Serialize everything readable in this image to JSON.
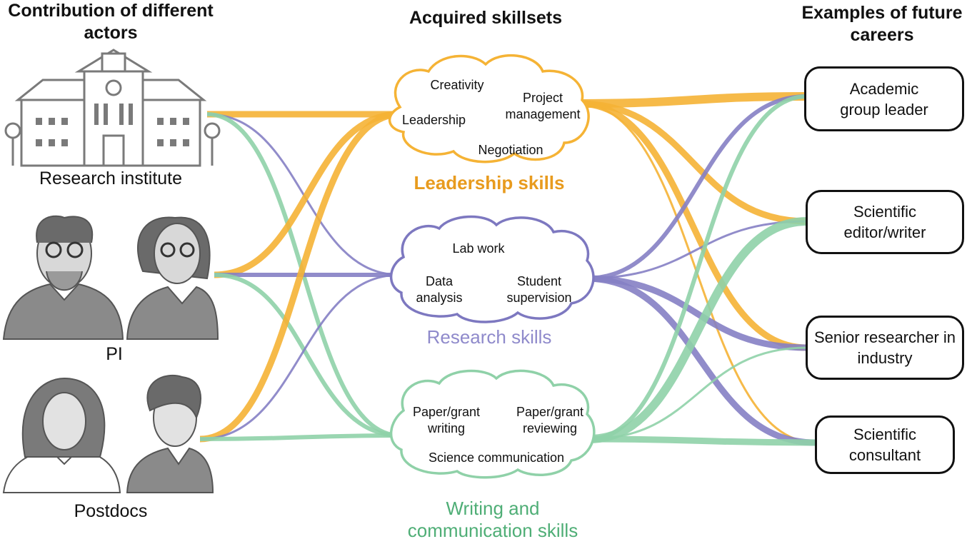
{
  "headers": {
    "actors": "Contribution of different actors",
    "skills": "Acquired skillsets",
    "careers": "Examples of future careers"
  },
  "actors": [
    {
      "id": "institute",
      "label": "Research institute"
    },
    {
      "id": "pi",
      "label": "PI"
    },
    {
      "id": "postdocs",
      "label": "Postdocs"
    }
  ],
  "skills": [
    {
      "id": "leadership",
      "title": "Leadership skills",
      "color": "#F5B335",
      "text_color": "#E89B1E",
      "items": [
        "Creativity",
        "Project management",
        "Leadership",
        "Negotiation"
      ]
    },
    {
      "id": "research",
      "title": "Research skills",
      "color": "#8580C4",
      "text_color": "#8F8ACB",
      "items": [
        "Lab work",
        "Data analysis",
        "Student supervision"
      ]
    },
    {
      "id": "writing",
      "title": "Writing and communication skills",
      "color": "#8FD1A8",
      "text_color": "#4FAE76",
      "items": [
        "Paper/grant writing",
        "Paper/grant reviewing",
        "Science communication"
      ]
    }
  ],
  "careers": [
    {
      "id": "academic",
      "label": "Academic group leader"
    },
    {
      "id": "editor",
      "label": "Scientific editor/writer"
    },
    {
      "id": "senior",
      "label": "Senior researcher in industry"
    },
    {
      "id": "consultant",
      "label": "Scientific consultant"
    }
  ],
  "links_in": [
    {
      "from": "institute",
      "to": "leadership",
      "weight": 3
    },
    {
      "from": "institute",
      "to": "research",
      "weight": 1
    },
    {
      "from": "institute",
      "to": "writing",
      "weight": 2
    },
    {
      "from": "pi",
      "to": "leadership",
      "weight": 3
    },
    {
      "from": "pi",
      "to": "research",
      "weight": 2
    },
    {
      "from": "pi",
      "to": "writing",
      "weight": 2
    },
    {
      "from": "postdocs",
      "to": "leadership",
      "weight": 3
    },
    {
      "from": "postdocs",
      "to": "research",
      "weight": 1
    },
    {
      "from": "postdocs",
      "to": "writing",
      "weight": 2
    }
  ],
  "links_out": [
    {
      "from": "leadership",
      "to": "academic",
      "weight": 4
    },
    {
      "from": "leadership",
      "to": "editor",
      "weight": 3
    },
    {
      "from": "leadership",
      "to": "senior",
      "weight": 3
    },
    {
      "from": "leadership",
      "to": "consultant",
      "weight": 1
    },
    {
      "from": "research",
      "to": "academic",
      "weight": 2
    },
    {
      "from": "research",
      "to": "editor",
      "weight": 1
    },
    {
      "from": "research",
      "to": "senior",
      "weight": 3
    },
    {
      "from": "research",
      "to": "consultant",
      "weight": 3
    },
    {
      "from": "writing",
      "to": "academic",
      "weight": 2
    },
    {
      "from": "writing",
      "to": "editor",
      "weight": 4
    },
    {
      "from": "writing",
      "to": "senior",
      "weight": 1
    },
    {
      "from": "writing",
      "to": "consultant",
      "weight": 3
    }
  ]
}
